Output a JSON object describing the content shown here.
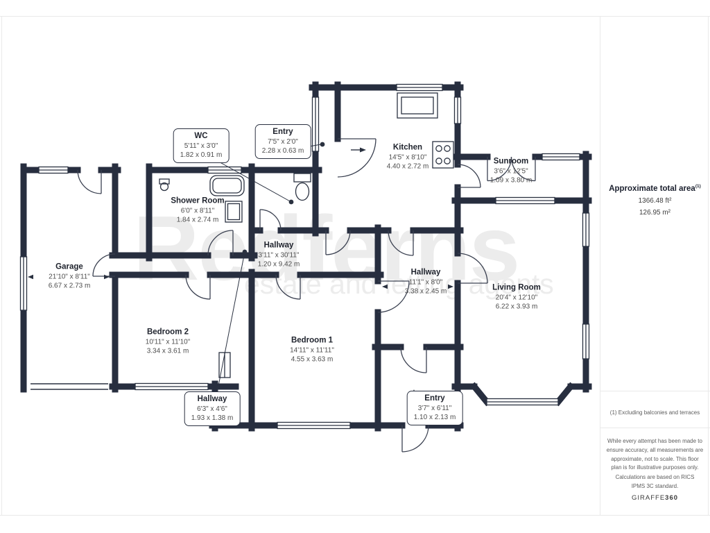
{
  "watermark": {
    "name": "Redferns",
    "tagline": "estate and letting agents"
  },
  "sidebar": {
    "total_area_label": "Approximate total area",
    "total_area_superscript": "(1)",
    "total_area_ft": "1366.48 ft²",
    "total_area_m": "126.95 m²",
    "footnote": "(1) Excluding balconies and terraces",
    "disclaimer1": "While every attempt has been made to ensure accuracy, all measurements are approximate, not to scale. This floor plan is for illustrative purposes only.",
    "disclaimer2": "Calculations are based on RICS IPMS 3C standard.",
    "logo_regular": "GIRAFFE",
    "logo_bold": "360"
  },
  "rooms": [
    {
      "name": "WC",
      "imperial": "5'11\" x 3'0\"",
      "metric": "1.82 x 0.91 m"
    },
    {
      "name": "Entry",
      "imperial": "7'5\" x 2'0\"",
      "metric": "2.28 x 0.63 m"
    },
    {
      "name": "Kitchen",
      "imperial": "14'5\" x 8'10\"",
      "metric": "4.40 x 2.72 m"
    },
    {
      "name": "Sunroom",
      "imperial": "3'6\" x 12'5\"",
      "metric": "1.09 x 3.80 m"
    },
    {
      "name": "Shower Room",
      "imperial": "6'0\" x 8'11\"",
      "metric": "1.84 x 2.74 m"
    },
    {
      "name": "Hallway",
      "imperial": "3'11\" x 30'11\"",
      "metric": "1.20 x 9.42 m"
    },
    {
      "name": "Garage",
      "imperial": "21'10\" x 8'11\"",
      "metric": "6.67 x 2.73 m"
    },
    {
      "name": "Bedroom 2",
      "imperial": "10'11\" x 11'10\"",
      "metric": "3.34 x 3.61 m"
    },
    {
      "name": "Bedroom 1",
      "imperial": "14'11\" x 11'11\"",
      "metric": "4.55 x 3.63 m"
    },
    {
      "name": "Hallway",
      "imperial": "11'1\" x 8'0\"",
      "metric": "3.38 x 2.45 m"
    },
    {
      "name": "Living Room",
      "imperial": "20'4\" x 12'10\"",
      "metric": "6.22 x 3.93 m"
    },
    {
      "name": "Hallway",
      "imperial": "6'3\" x 4'6\"",
      "metric": "1.93 x 1.38 m"
    },
    {
      "name": "Entry",
      "imperial": "3'7\" x 6'11\"",
      "metric": "1.10 x 2.13 m"
    }
  ]
}
